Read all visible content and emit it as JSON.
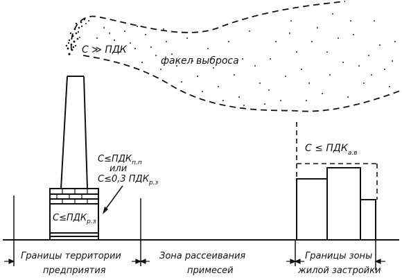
{
  "labels": {
    "concentration_top": "C ≫ ПДК",
    "plume": "факел выброса",
    "residential_limit": {
      "prefix": "C ≤ ПДК",
      "sub": "а.в"
    },
    "criteria_line1": {
      "prefix": "C≤ПДК",
      "sub": "п.п"
    },
    "criteria_line2": "или",
    "criteria_line3": {
      "prefix": "C≤0,3 ПДК",
      "sub": "р.з"
    },
    "workzone": {
      "prefix": "C≤ПДК",
      "sub": "р.з"
    },
    "zones": {
      "enterprise_line1": "Границы территории",
      "enterprise_line2": "предприятия",
      "dispersion_line1": "Зона рассеивания",
      "dispersion_line2": "примесей",
      "residential_line1": "Границы зоны",
      "residential_line2": "жилой застройки"
    }
  }
}
